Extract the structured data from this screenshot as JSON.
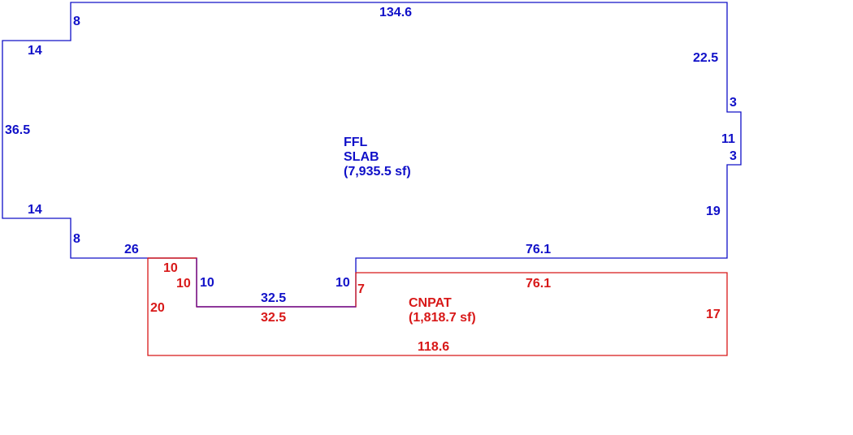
{
  "colors": {
    "ffl": "#1010c8",
    "cnpat": "#d81818"
  },
  "ffl": {
    "name": "FFL",
    "sub": "SLAB",
    "area": "(7,935.5 sf)",
    "dims": {
      "top": "134.6",
      "left_step_top": "8",
      "left_top_14": "14",
      "left": "36.5",
      "left_bottom_14": "14",
      "left_step_bottom": "8",
      "bottom_26": "26",
      "inner_left_10": "10",
      "inner_bottom": "32.5",
      "inner_right_10": "10",
      "bottom_right": "76.1",
      "right_upper": "22.5",
      "notch_top": "3",
      "notch_side": "11",
      "notch_bottom": "3",
      "right_lower": "19"
    }
  },
  "cnpat": {
    "name": "CNPAT",
    "area": "(1,818.7 sf)",
    "dims": {
      "top_left_10": "10",
      "inner_left_10": "10",
      "left": "20",
      "inner_bottom": "32.5",
      "inner_right_7": "7",
      "top_right": "76.1",
      "right": "17",
      "bottom": "118.6"
    }
  }
}
